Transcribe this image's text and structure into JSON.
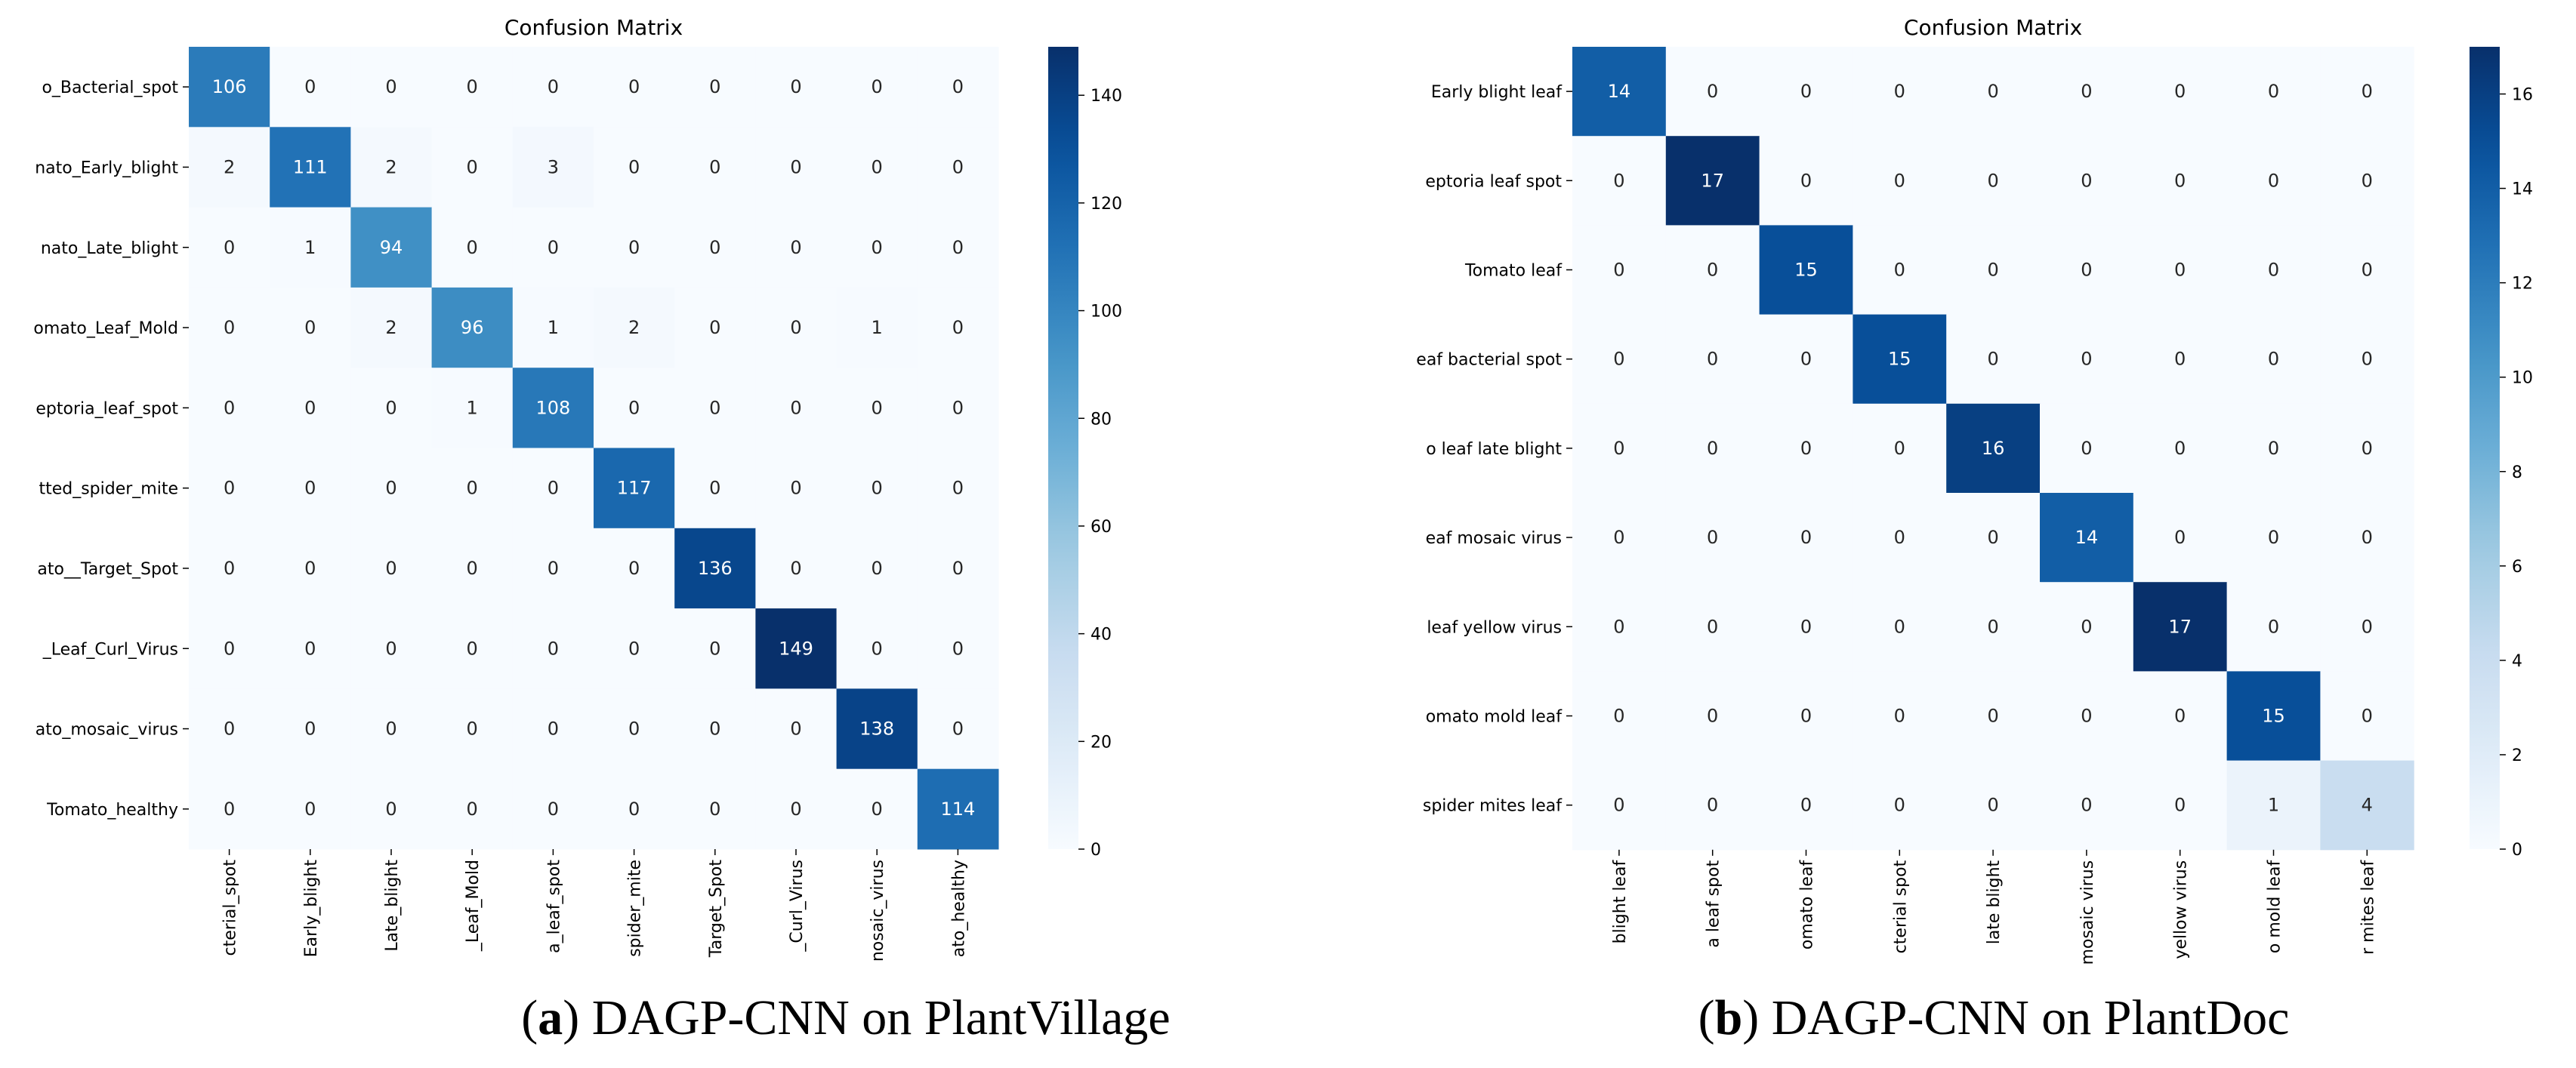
{
  "chart_data": [
    {
      "type": "heatmap",
      "title": "Confusion Matrix",
      "caption_letter": "a",
      "caption_text": " DAGP-CNN on PlantVillage",
      "row_labels": [
        "o_Bacterial_spot",
        "nato_Early_blight",
        "nato_Late_blight",
        "omato_Leaf_Mold",
        "eptoria_leaf_spot",
        "tted_spider_mite",
        "ato__Target_Spot",
        "_Leaf_Curl_Virus",
        "ato_mosaic_virus",
        "Tomato_healthy"
      ],
      "col_labels": [
        "cterial_spot",
        "Early_blight",
        "Late_blight",
        "_Leaf_Mold",
        "a_leaf_spot",
        "spider_mite",
        "Target_Spot",
        "_Curl_Virus",
        "nosaic_virus",
        "ato_healthy"
      ],
      "matrix": [
        [
          106,
          0,
          0,
          0,
          0,
          0,
          0,
          0,
          0,
          0
        ],
        [
          2,
          111,
          2,
          0,
          3,
          0,
          0,
          0,
          0,
          0
        ],
        [
          0,
          1,
          94,
          0,
          0,
          0,
          0,
          0,
          0,
          0
        ],
        [
          0,
          0,
          2,
          96,
          1,
          2,
          0,
          0,
          1,
          0
        ],
        [
          0,
          0,
          0,
          1,
          108,
          0,
          0,
          0,
          0,
          0
        ],
        [
          0,
          0,
          0,
          0,
          0,
          117,
          0,
          0,
          0,
          0
        ],
        [
          0,
          0,
          0,
          0,
          0,
          0,
          136,
          0,
          0,
          0
        ],
        [
          0,
          0,
          0,
          0,
          0,
          0,
          0,
          149,
          0,
          0
        ],
        [
          0,
          0,
          0,
          0,
          0,
          0,
          0,
          0,
          138,
          0
        ],
        [
          0,
          0,
          0,
          0,
          0,
          0,
          0,
          0,
          0,
          114
        ]
      ],
      "colorbar": {
        "min": 0,
        "max": 149,
        "ticks": [
          0,
          20,
          40,
          60,
          80,
          100,
          120,
          140
        ]
      },
      "colormap": [
        "#f7fbff",
        "#deebf7",
        "#c6dbef",
        "#9ecae1",
        "#6baed6",
        "#4292c6",
        "#2171b5",
        "#08519c",
        "#08306b"
      ]
    },
    {
      "type": "heatmap",
      "title": "Confusion Matrix",
      "caption_letter": "b",
      "caption_text": " DAGP-CNN on PlantDoc",
      "row_labels": [
        "Early blight leaf",
        "eptoria leaf spot",
        "Tomato leaf",
        "eaf bacterial spot",
        "o leaf late blight",
        "eaf mosaic virus",
        "leaf yellow virus",
        "omato mold leaf",
        "spider mites leaf"
      ],
      "col_labels": [
        "blight leaf",
        "a leaf spot",
        "omato leaf",
        "cterial spot",
        "late blight",
        "mosaic virus",
        "yellow virus",
        "o mold leaf",
        "r mites leaf"
      ],
      "matrix": [
        [
          14,
          0,
          0,
          0,
          0,
          0,
          0,
          0,
          0
        ],
        [
          0,
          17,
          0,
          0,
          0,
          0,
          0,
          0,
          0
        ],
        [
          0,
          0,
          15,
          0,
          0,
          0,
          0,
          0,
          0
        ],
        [
          0,
          0,
          0,
          15,
          0,
          0,
          0,
          0,
          0
        ],
        [
          0,
          0,
          0,
          0,
          16,
          0,
          0,
          0,
          0
        ],
        [
          0,
          0,
          0,
          0,
          0,
          14,
          0,
          0,
          0
        ],
        [
          0,
          0,
          0,
          0,
          0,
          0,
          17,
          0,
          0
        ],
        [
          0,
          0,
          0,
          0,
          0,
          0,
          0,
          15,
          0
        ],
        [
          0,
          0,
          0,
          0,
          0,
          0,
          0,
          1,
          4
        ]
      ],
      "colorbar": {
        "min": 0,
        "max": 17,
        "ticks": [
          0,
          2,
          4,
          6,
          8,
          10,
          12,
          14,
          16
        ]
      },
      "colormap": [
        "#f7fbff",
        "#deebf7",
        "#c6dbef",
        "#9ecae1",
        "#6baed6",
        "#4292c6",
        "#2171b5",
        "#08519c",
        "#08306b"
      ]
    }
  ]
}
